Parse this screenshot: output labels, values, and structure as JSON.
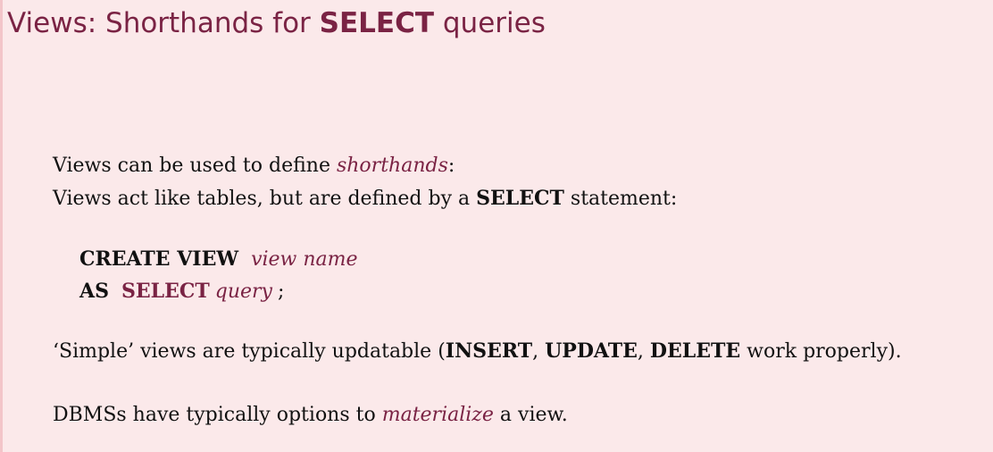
{
  "title": {
    "prefix": "Views: Shorthands for ",
    "keyword": "SELECT",
    "suffix": " queries"
  },
  "intro": {
    "line1_text": "Views can be used to define ",
    "line1_emphasis": "shorthands",
    "line1_end": ":",
    "line2_text": "Views act like tables, but are defined by a ",
    "line2_keyword": "SELECT",
    "line2_end": " statement:"
  },
  "code": {
    "create_view": "CREATE VIEW",
    "view_name": "view name",
    "as": "AS",
    "select": "SELECT",
    "query": "query",
    "semicolon": ";"
  },
  "simple_views": {
    "text": "‘Simple’ views are typically updatable (",
    "insert": "INSERT",
    "sep1": ", ",
    "update": "UPDATE",
    "sep2": ", ",
    "delete": "DELETE",
    "end": " work properly)."
  },
  "dbms": {
    "text": "DBMSs have typically options to ",
    "emphasis": "materialize",
    "end": " a view."
  }
}
